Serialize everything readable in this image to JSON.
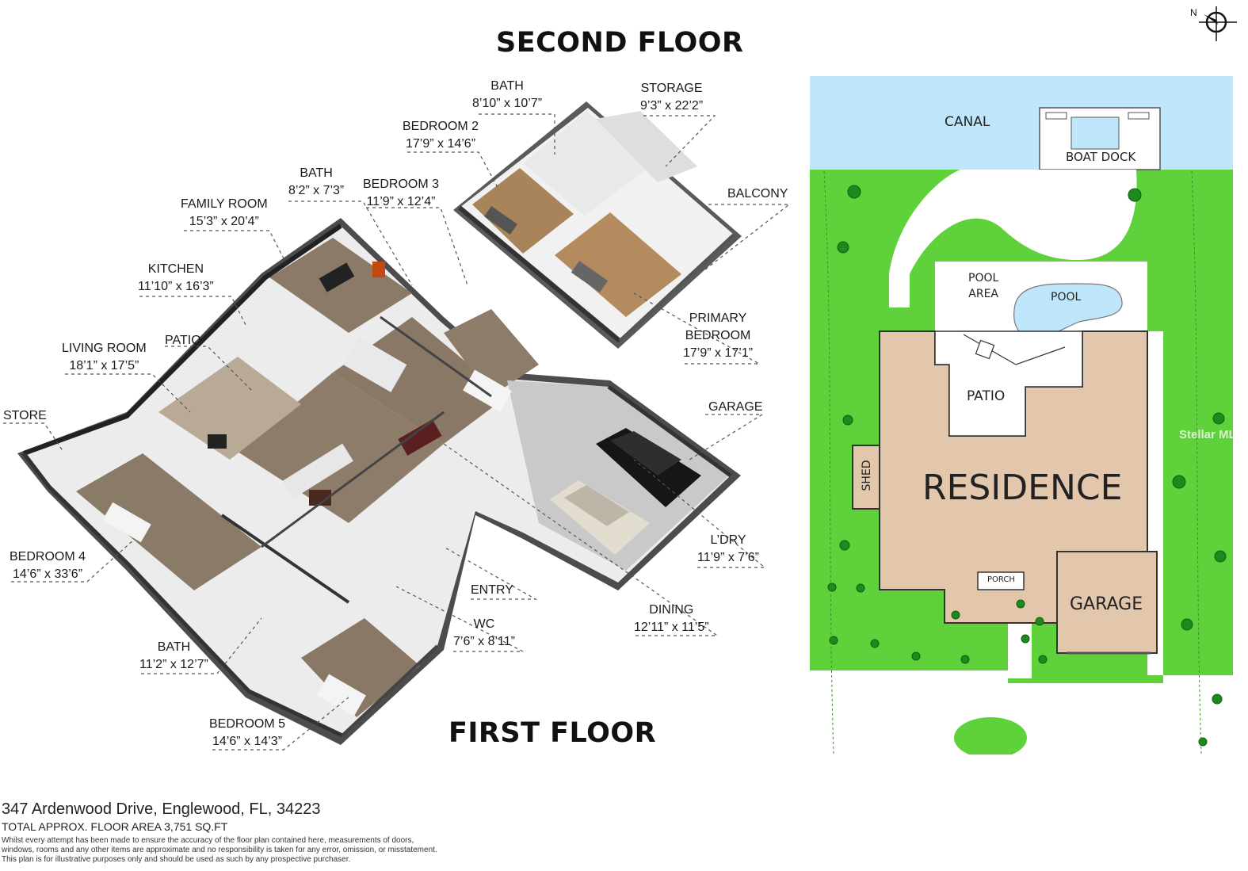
{
  "headings": {
    "second_floor": "SECOND FLOOR",
    "first_floor": "FIRST FLOOR"
  },
  "second_floor_rooms": {
    "bath": {
      "name": "BATH",
      "dims": "8’10” x 10’7”"
    },
    "storage": {
      "name": "STORAGE",
      "dims": "9’3” x 22’2”"
    },
    "bedroom2": {
      "name": "BEDROOM 2",
      "dims": "17’9” x 14’6”"
    },
    "bedroom3": {
      "name": "BEDROOM 3",
      "dims": "11’9” x 12’4”"
    },
    "balcony": {
      "name": "BALCONY"
    },
    "primary": {
      "name1": "PRIMARY",
      "name2": "BEDROOM",
      "dims": "17’9” x 17’1”"
    }
  },
  "first_floor_rooms": {
    "bath_upper": {
      "name": "BATH",
      "dims": "8’2” x 7’3”"
    },
    "family": {
      "name": "FAMILY ROOM",
      "dims": "15’3” x 20’4”"
    },
    "kitchen": {
      "name": "KITCHEN",
      "dims": "11’10” x 16’3”"
    },
    "patio": {
      "name": "PATIO"
    },
    "living": {
      "name": "LIVING ROOM",
      "dims": "18’1” x 17’5”"
    },
    "store": {
      "name": "STORE"
    },
    "garage": {
      "name": "GARAGE"
    },
    "laundry": {
      "name": "L’DRY",
      "dims": "11’9” x 7’6”"
    },
    "bedroom4": {
      "name": "BEDROOM 4",
      "dims": "14’6” x 33’6”"
    },
    "entry": {
      "name": "ENTRY"
    },
    "dining": {
      "name": "DINING",
      "dims": "12’11” x 11’5”"
    },
    "wc": {
      "name": "WC",
      "dims": "7’6” x 8’11”"
    },
    "bath_lower": {
      "name": "BATH",
      "dims": "11’2” x 12’7”"
    },
    "bedroom5": {
      "name": "BEDROOM 5",
      "dims": "14’6” x 14’3”"
    }
  },
  "site_plan": {
    "canal": "CANAL",
    "boat_dock": "BOAT DOCK",
    "pool_area_1": "POOL",
    "pool_area_2": "AREA",
    "pool": "POOL",
    "patio": "PATIO",
    "residence": "RESIDENCE",
    "shed": "SHED",
    "porch": "PORCH",
    "garage": "GARAGE",
    "compass": "N",
    "watermark": "Stellar MLS",
    "colors": {
      "lawn": "#5fd13b",
      "water": "#bfe6fb",
      "building": "#e2c7ad",
      "paving": "#ffffff",
      "trees": "#1e8a1e"
    }
  },
  "footer": {
    "address": "347 Ardenwood Drive, Englewood, FL, 34223",
    "area": "TOTAL APPROX. FLOOR AREA 3,751 SQ.FT",
    "disclaimer_1": "Whilst every attempt has been made to ensure the accuracy of the floor plan contained here, measurements of doors,",
    "disclaimer_2": "windows, rooms and any other items are approximate and no responsibility is taken for any error, omission, or misstatement.",
    "disclaimer_3": "This plan is for illustrative purposes only and should be used as such by any prospective purchaser."
  }
}
